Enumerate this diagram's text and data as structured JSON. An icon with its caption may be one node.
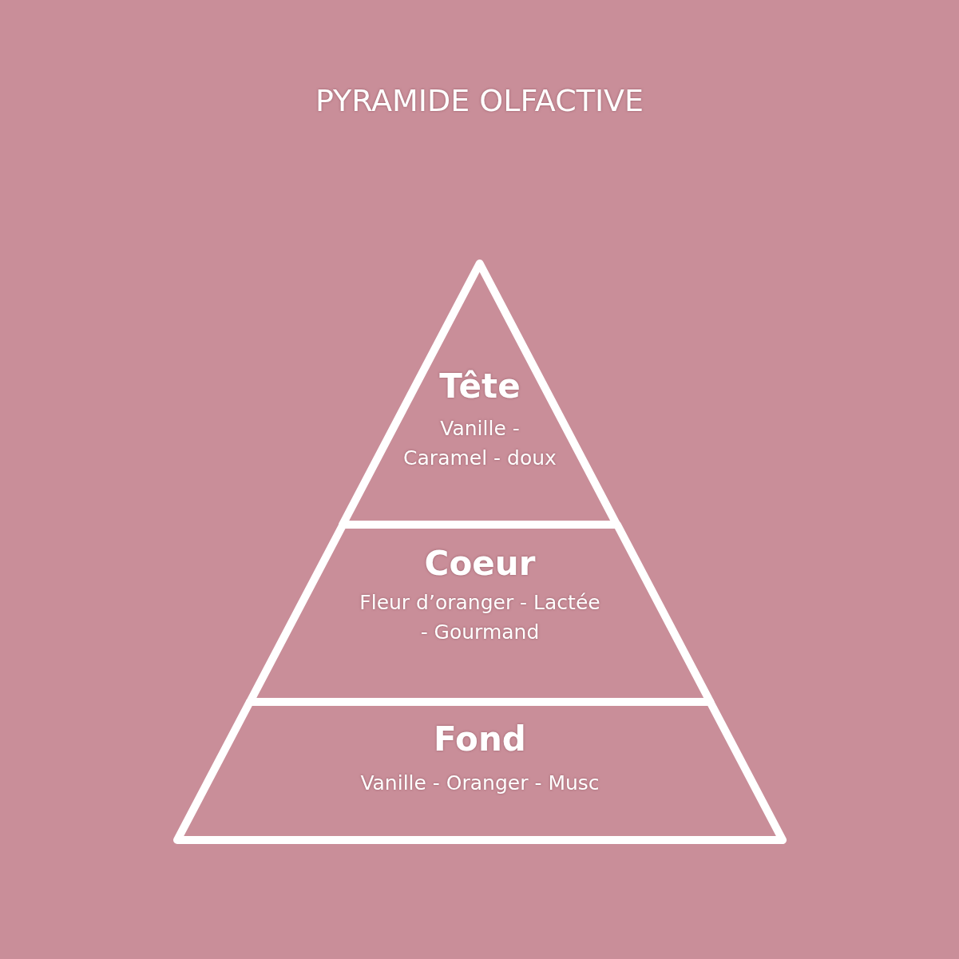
{
  "diagram": {
    "title": "PYRAMIDE OLFACTIVE",
    "nodes": [
      {
        "text": [
          "Tête",
          "Vanille - Caramel - doux"
        ]
      },
      {
        "text": [
          "Coeur",
          "Fleur d’oranger - Lactée - Gourmand"
        ]
      },
      {
        "text": [
          "Fond",
          "Vanille - Oranger - Musc"
        ]
      }
    ]
  }
}
